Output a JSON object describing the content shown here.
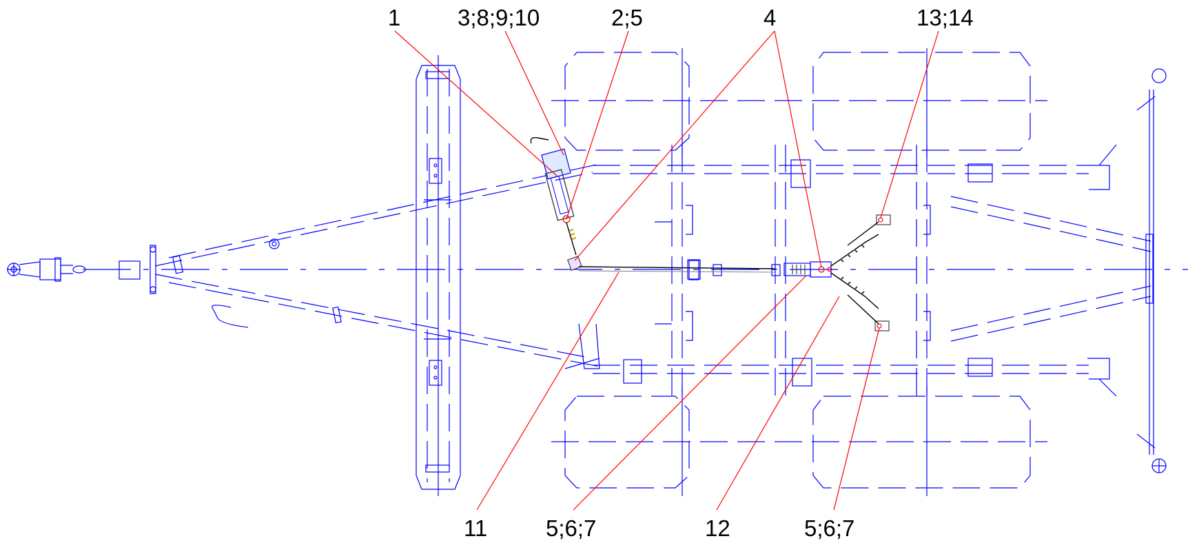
{
  "colors": {
    "outline": "#0000ff",
    "leader": "#ff0000",
    "text": "#000000",
    "cable": "#404040",
    "background": "#ffffff"
  },
  "labels": {
    "l1": "1",
    "l3_8_9_10": "3;8;9;10",
    "l2_5": "2;5",
    "l4": "4",
    "l13_14": "13;14",
    "l11": "11",
    "l5_6_7_a": "5;6;7",
    "l12": "12",
    "l5_6_7_b": "5;6;7"
  }
}
